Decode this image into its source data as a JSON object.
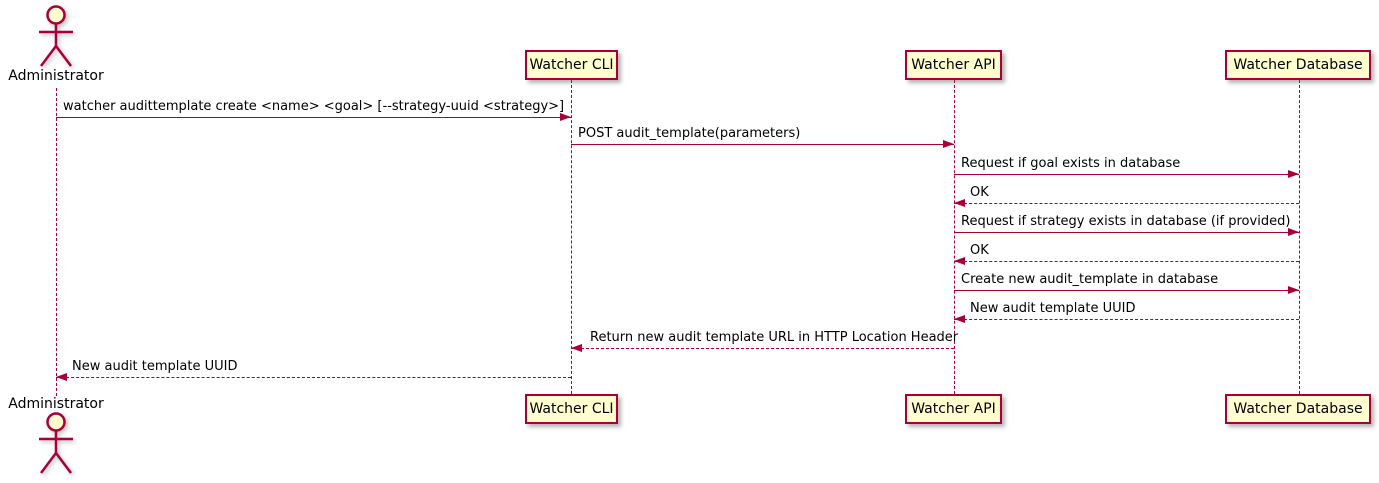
{
  "colors": {
    "accent": "#A80036",
    "participant_fill": "#FEFECE",
    "text": "#000000",
    "background": "#FFFFFF"
  },
  "actors": {
    "top": "Administrator",
    "bottom": "Administrator"
  },
  "participants": [
    {
      "label": "Watcher CLI"
    },
    {
      "label": "Watcher API"
    },
    {
      "label": "Watcher Database"
    }
  ],
  "messages": [
    {
      "from": "Administrator",
      "to": "Watcher CLI",
      "line": "solid",
      "direction": "right",
      "label": "watcher audittemplate create <name> <goal> [--strategy-uuid <strategy>]"
    },
    {
      "from": "Watcher CLI",
      "to": "Watcher API",
      "line": "solid",
      "direction": "right",
      "label": "POST audit_template(parameters)"
    },
    {
      "from": "Watcher API",
      "to": "Watcher Database",
      "line": "solid",
      "direction": "right",
      "label": "Request if goal exists in database"
    },
    {
      "from": "Watcher Database",
      "to": "Watcher API",
      "line": "dashed",
      "direction": "left",
      "label": "OK"
    },
    {
      "from": "Watcher API",
      "to": "Watcher Database",
      "line": "solid",
      "direction": "right",
      "label": "Request if strategy exists in database (if provided)"
    },
    {
      "from": "Watcher Database",
      "to": "Watcher API",
      "line": "dashed",
      "direction": "left",
      "label": "OK"
    },
    {
      "from": "Watcher API",
      "to": "Watcher Database",
      "line": "solid",
      "direction": "right",
      "label": "Create new audit_template in database"
    },
    {
      "from": "Watcher Database",
      "to": "Watcher API",
      "line": "dashed",
      "direction": "left",
      "label": "New audit template UUID"
    },
    {
      "from": "Watcher API",
      "to": "Watcher CLI",
      "line": "dashed",
      "direction": "left",
      "label": "Return new audit template URL in HTTP Location Header"
    },
    {
      "from": "Watcher CLI",
      "to": "Administrator",
      "line": "dashed",
      "direction": "left",
      "label": "New audit template UUID"
    }
  ]
}
